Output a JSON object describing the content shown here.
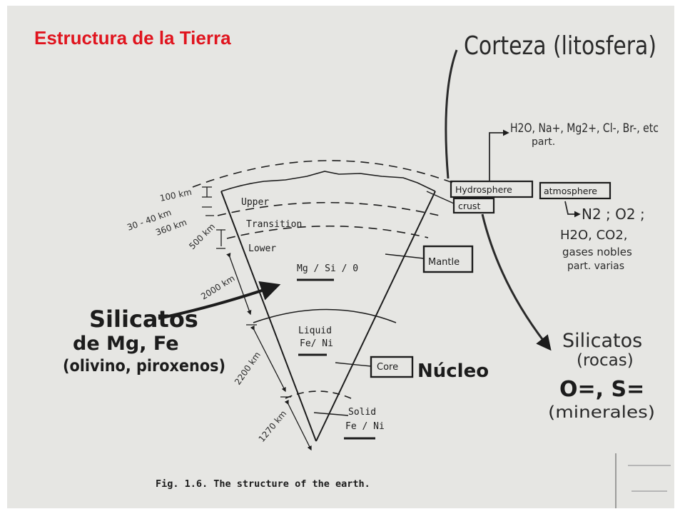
{
  "slide": {
    "title": "Estructura de la Tierra"
  },
  "figure": {
    "caption": "Fig. 1.6.  The structure of the earth.",
    "layers": {
      "upper": "Upper",
      "transition": "Transition",
      "lower": "Lower",
      "liquid": "Liquid",
      "solid": "Solid"
    },
    "compositions": {
      "mantle": "Mg / Si / 0",
      "outer_core": "Fe/ Ni",
      "inner_core": "Fe / Ni"
    },
    "depths": {
      "d100": "100 km",
      "d30_40": "30 - 40 km",
      "d360": "360 km",
      "d500": "500 km",
      "d2000": "2000 km",
      "d2200": "2200 km",
      "d1270": "1270 km"
    },
    "boxes": {
      "mantle": "Mantle",
      "core": "Core",
      "hydrosphere": "Hydrosphere",
      "atmosphere": "atmosphere",
      "crust": "crust"
    }
  },
  "annotations": {
    "corteza": "Corteza (litosfera)",
    "nucleo": "Núcleo",
    "silicatos_mgfe": [
      "Silicatos",
      "de Mg, Fe",
      "(olivino, piroxenos)"
    ],
    "hydro_ions": [
      "H2O, Na+, Mg2+, Cl-, Br-, etc",
      "part."
    ],
    "atmo_gases": [
      "N2 ; O2 ;",
      "H2O, CO2,",
      "gases nobles",
      "part. varias"
    ],
    "silicatos_rocas": [
      "Silicatos",
      "(rocas)",
      "O=, S=",
      "(minerales)"
    ]
  },
  "colors": {
    "title": "#e0141e",
    "paper": "#e6e6e3",
    "ink": "#1c1c1c"
  }
}
